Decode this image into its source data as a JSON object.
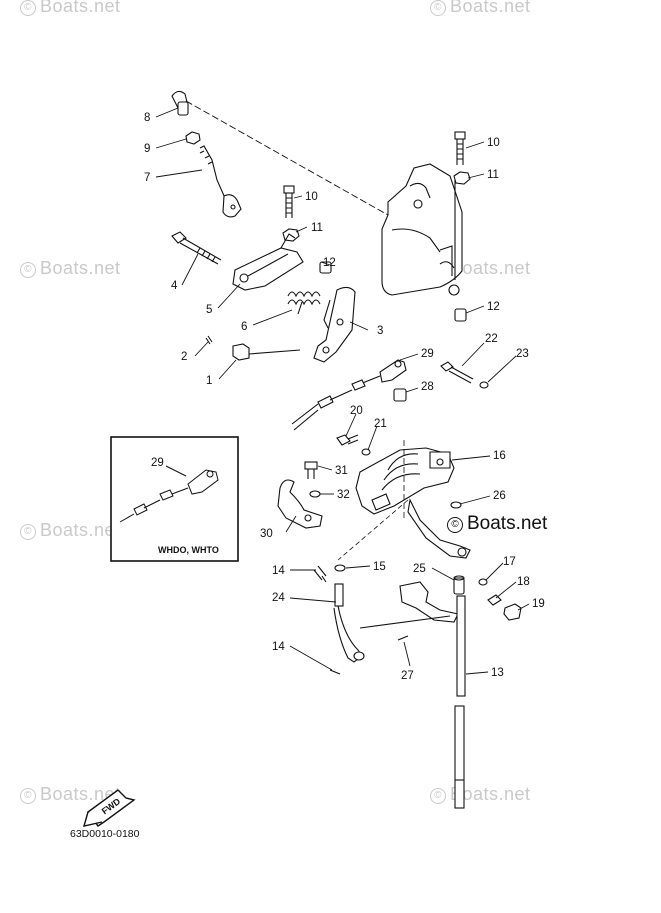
{
  "watermark": {
    "text": "Boats.net",
    "symbol": "©"
  },
  "diagram_code": "63D0010-0180",
  "inset_label": "WHDO, WHTO",
  "fwd_label": "FWD",
  "part_numbers": {
    "p1": "1",
    "p2": "2",
    "p3": "3",
    "p4": "4",
    "p5": "5",
    "p6": "6",
    "p7": "7",
    "p8": "8",
    "p9": "9",
    "p10": "10",
    "p11": "11",
    "p12": "12",
    "p13": "13",
    "p14": "14",
    "p15": "15",
    "p16": "16",
    "p17": "17",
    "p18": "18",
    "p19": "19",
    "p20": "20",
    "p21": "21",
    "p22": "22",
    "p23": "23",
    "p24": "24",
    "p25": "25",
    "p26": "26",
    "p27": "27",
    "p28": "28",
    "p29": "29",
    "p30": "30",
    "p31": "31",
    "p32": "32"
  }
}
